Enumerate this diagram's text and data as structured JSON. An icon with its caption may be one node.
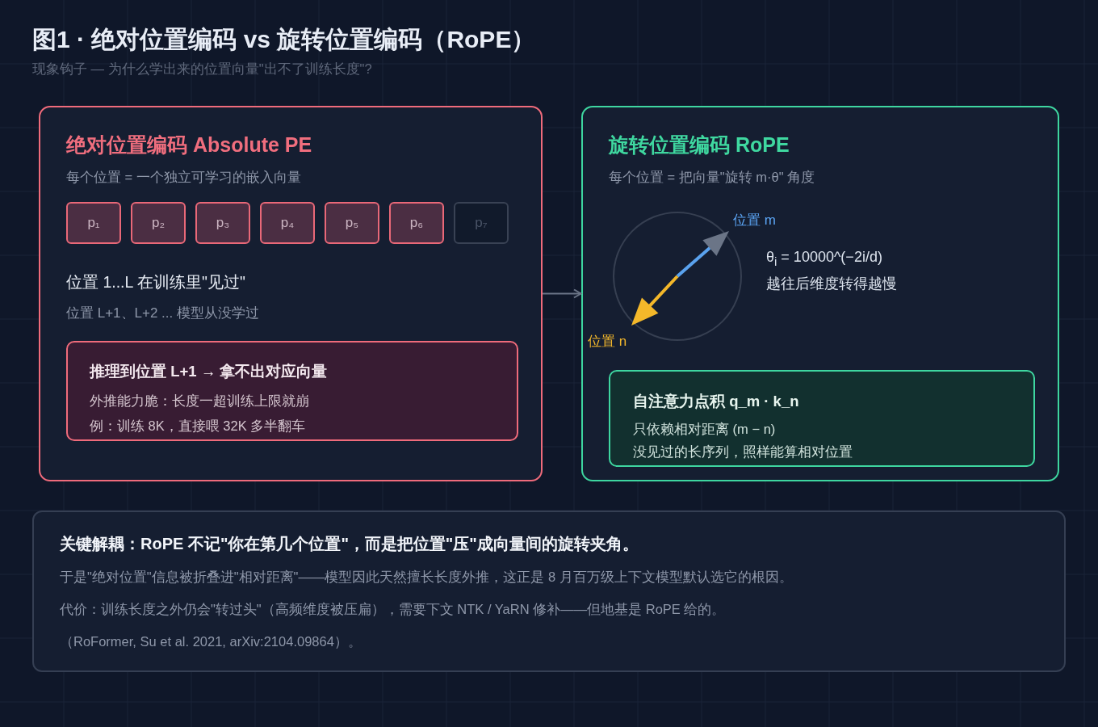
{
  "diagram": {
    "title": "图1 · 绝对位置编码 vs 旋转位置编码（RoPE）",
    "nodes": [
      {
        "text": [
          "绝对位置编码 Absolute PE",
          "每个位置 = 一个独立可学习的嵌入向量",
          "位置 1...L 在训练里\"见过\"",
          "位置 L+1、L+2 ... 模型从没学过"
        ]
      },
      {
        "text": [
          "p₁"
        ],
        "in": 0
      },
      {
        "text": [
          "p₂"
        ],
        "in": 0
      },
      {
        "text": [
          "p₃"
        ],
        "in": 0
      },
      {
        "text": [
          "p₄"
        ],
        "in": 0
      },
      {
        "text": [
          "p₅"
        ],
        "in": 0
      },
      {
        "text": [
          "p₆"
        ],
        "in": 0
      },
      {
        "text": [
          "p₇"
        ],
        "in": 0
      },
      {
        "text": [
          "推理到位置 L+1 → 拿不出对应向量",
          "外推能力脆：长度一超训练上限就崩",
          "例：训练 8K，直接喂 32K 多半翻车"
        ],
        "in": 0
      },
      {
        "text": [
          "旋转位置编码 RoPE",
          "每个位置 = 把向量\"旋转 m·θ\" 角度",
          "θ$_{i}$ = 10000^(−2i/d)",
          "越往后维度转得越慢"
        ]
      },
      {
        "text": [
          "自注意力点积 q_m · k_n",
          "只依赖相对距离 (m − n)",
          "没见过的长序列，照样能算相对位置"
        ],
        "in": 9
      },
      {
        "text": [
          "关键解耦：RoPE 不记\"你在第几个位置\"，而是把位置\"压\"成向量间的旋转夹角。",
          "于是\"绝对位置\"信息被折叠进\"相对距离\"——模型因此天然擅长长度外推，这正是 8 月百万级上下文模型默认选它的根因。",
          "代价：训练长度之外仍会\"转过头\"（高频维度被压扁），需要下文 NTK / YaRN 修补——但地基是 RoPE 给的。",
          "（RoFormer, Su et al. 2021, arXiv:2104.09864）。"
        ]
      }
    ],
    "edges": [
      {
        "from": 0,
        "to": 9,
        "arrow": "to"
      }
    ],
    "labels": [
      "现象钩子 — 为什么学出来的位置向量\"出不了训练长度\"?",
      "位置 m",
      "位置 n"
    ]
  }
}
